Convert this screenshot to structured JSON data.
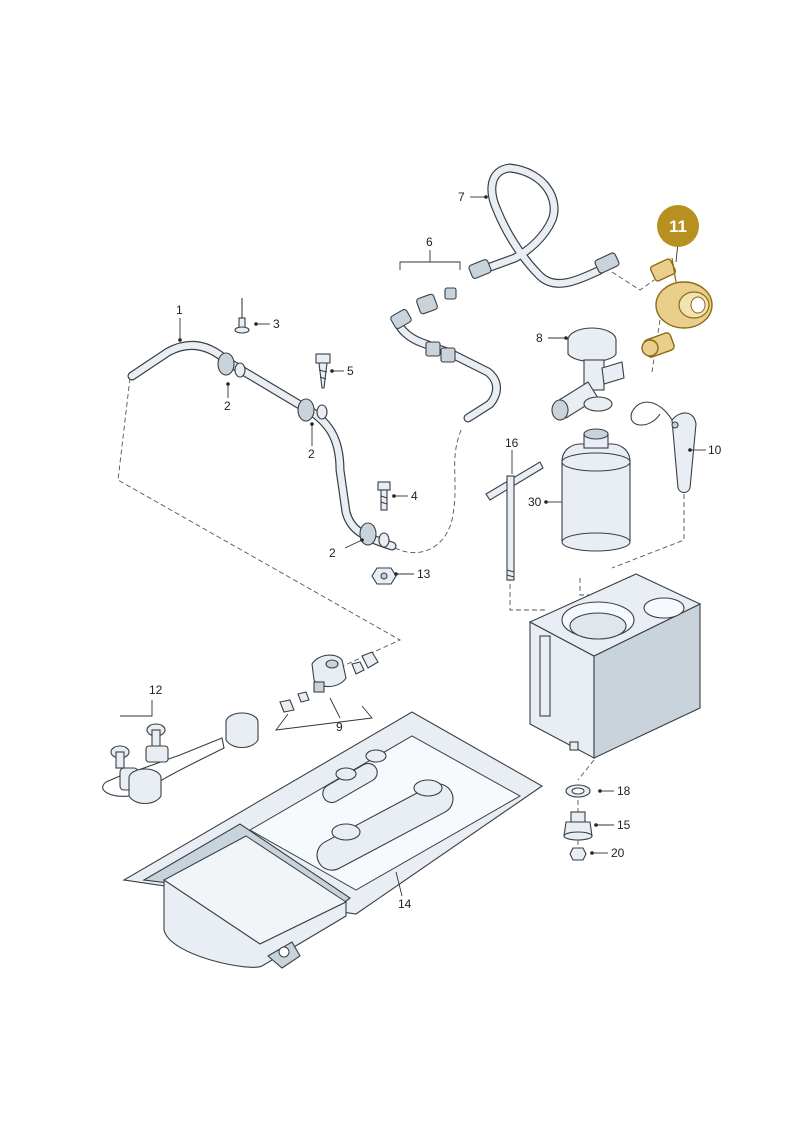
{
  "callouts": [
    {
      "id": "c1",
      "text": "1"
    },
    {
      "id": "c2a",
      "text": "2"
    },
    {
      "id": "c2b",
      "text": "2"
    },
    {
      "id": "c2c",
      "text": "2"
    },
    {
      "id": "c3",
      "text": "3"
    },
    {
      "id": "c4",
      "text": "4"
    },
    {
      "id": "c5",
      "text": "5"
    },
    {
      "id": "c6",
      "text": "6"
    },
    {
      "id": "c7",
      "text": "7"
    },
    {
      "id": "c8",
      "text": "8"
    },
    {
      "id": "c9",
      "text": "9"
    },
    {
      "id": "c10",
      "text": "10"
    },
    {
      "id": "c12",
      "text": "12"
    },
    {
      "id": "c13",
      "text": "13"
    },
    {
      "id": "c14",
      "text": "14"
    },
    {
      "id": "c15",
      "text": "15"
    },
    {
      "id": "c16",
      "text": "16"
    },
    {
      "id": "c18",
      "text": "18"
    },
    {
      "id": "c20",
      "text": "20"
    },
    {
      "id": "c30",
      "text": "30"
    }
  ],
  "highlight": {
    "text": "11",
    "color": "#b8901f"
  },
  "colors": {
    "part_fill": "#e8eef4",
    "outline": "#3a3f45",
    "highlight_part": "#e9cf8a"
  }
}
